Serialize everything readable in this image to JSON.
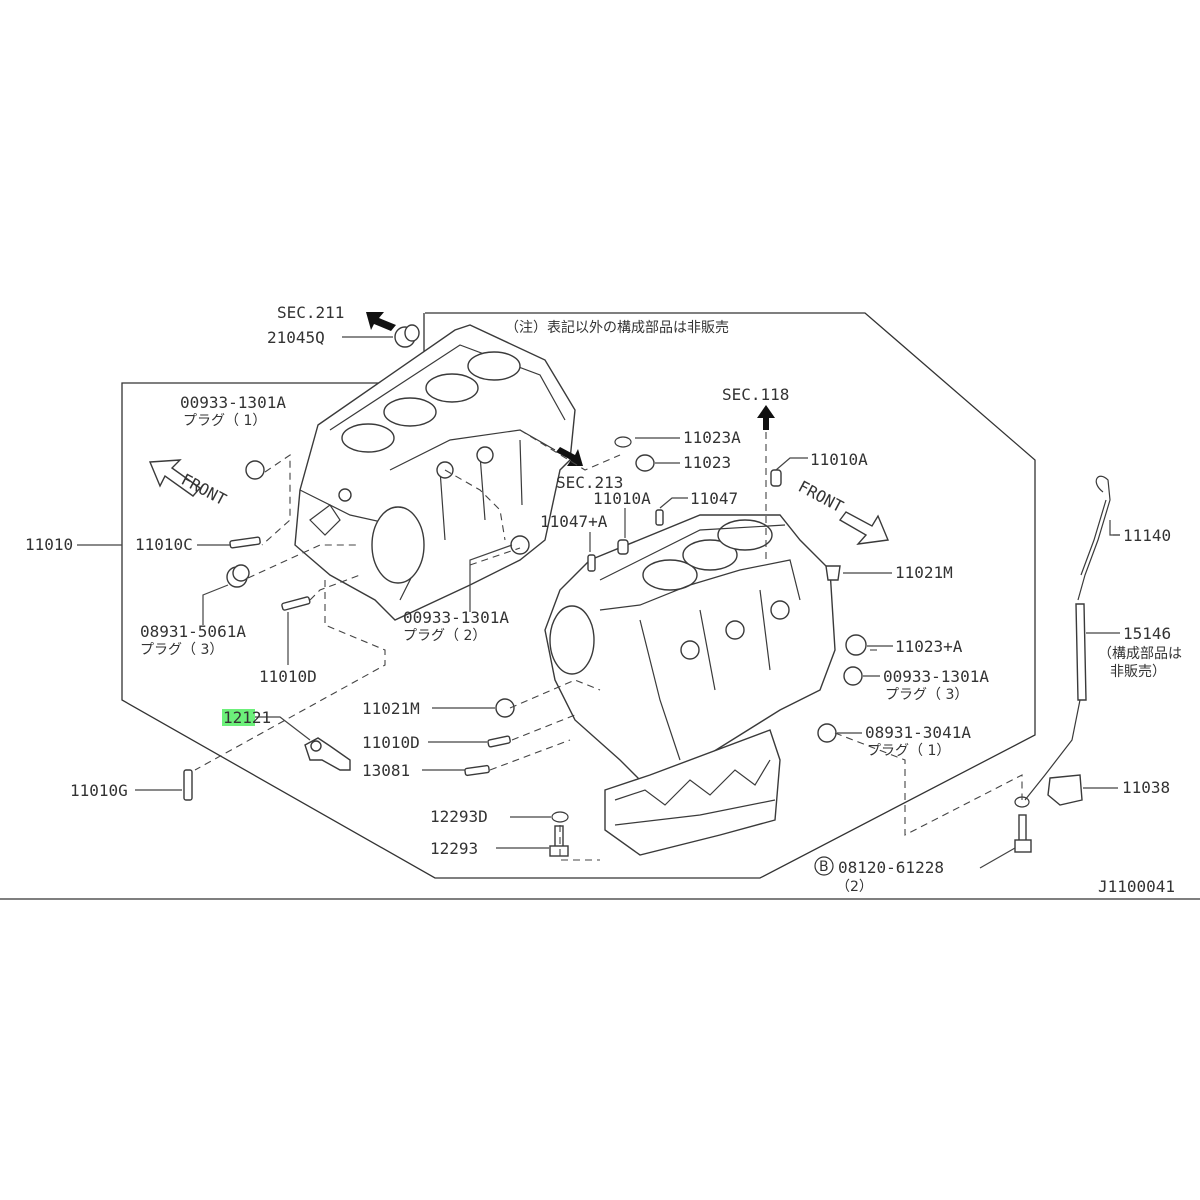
{
  "diagram": {
    "note": "（注）表記以外の構成部品は非販売",
    "diagram_code": "J1100041",
    "highlight_color": "#6cf07a",
    "front_label": "FRONT",
    "sections": {
      "sec211": "SEC.211",
      "sec213": "SEC.213",
      "sec118": "SEC.118"
    },
    "parts": {
      "p21045Q": "21045Q",
      "p00933_1301A_top": "00933-1301A",
      "plug1_top": "プラグ（ 1）",
      "p11010": "11010",
      "p11010C": "11010C",
      "p08931_5061A": "08931-5061A",
      "plug3_left": "プラグ（ 3）",
      "p11010D_left": "11010D",
      "p12121": "12121",
      "p11010G": "11010G",
      "p00933_1301A_mid": "00933-1301A",
      "plug2_mid": "プラグ（ 2）",
      "p11023A": "11023A",
      "p11023": "11023",
      "p11010A_right": "11010A",
      "p11010A_mid": "11010A",
      "p11047": "11047",
      "p11047_plus_A": "11047+A",
      "p11021M_right": "11021M",
      "p11023_plus_A": "11023+A",
      "p00933_1301A_right": "00933-1301A",
      "plug3_right": "プラグ（ 3）",
      "p08931_3041A": "08931-3041A",
      "plug1_right": "プラグ（ 1）",
      "p11021M_left": "11021M",
      "p11010D_mid": "11010D",
      "p13081": "13081",
      "p12293D": "12293D",
      "p12293": "12293",
      "p08120_61228": "08120-61228",
      "qty2": "（2）",
      "bolt_letter": "B",
      "p11140": "11140",
      "p15146": "15146",
      "p15146_note1": "（構成部品は",
      "p15146_note2": "非販売）",
      "p11038": "11038"
    }
  }
}
